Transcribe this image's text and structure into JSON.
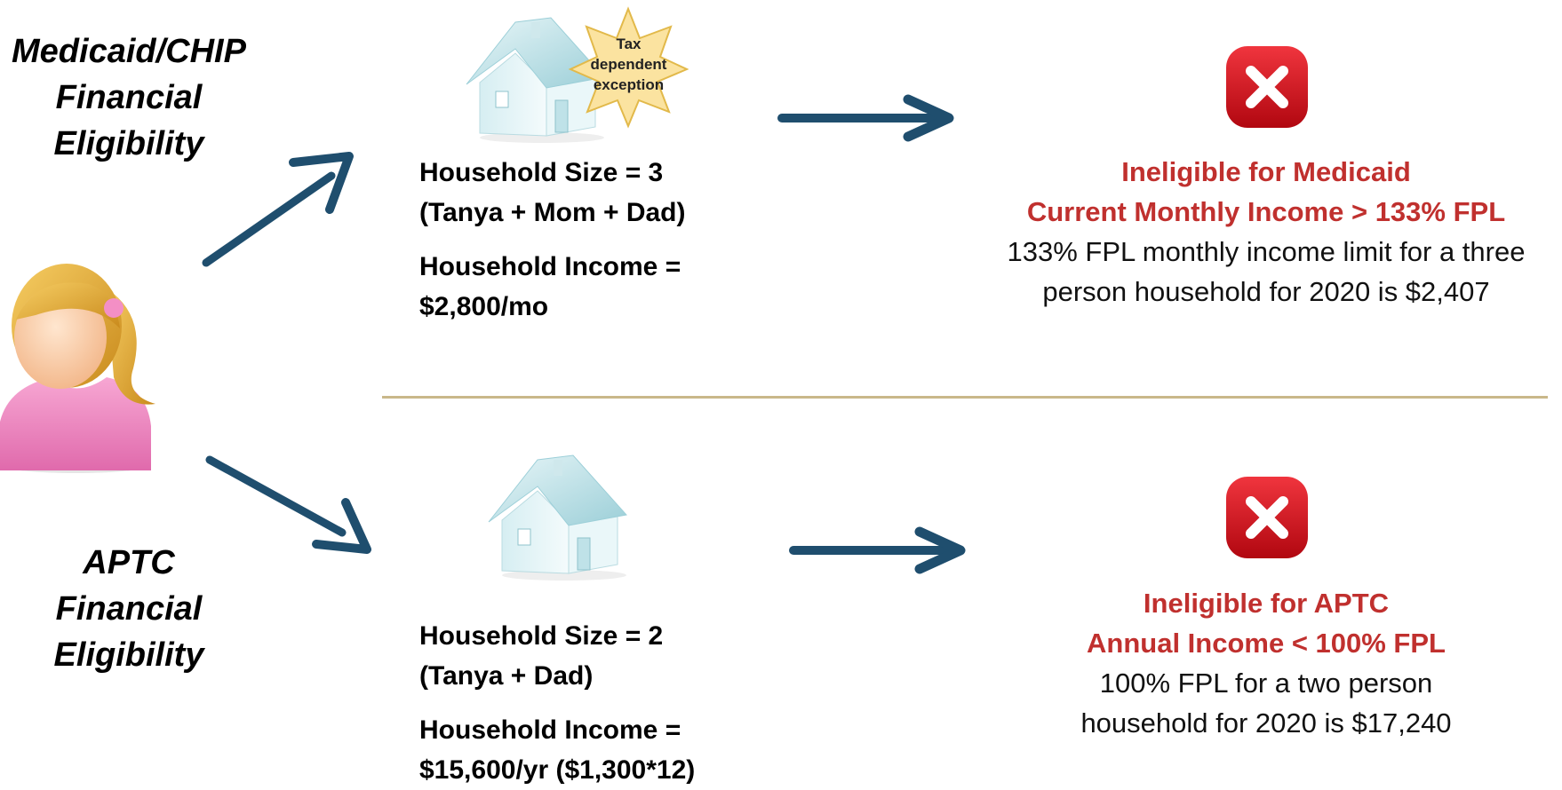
{
  "labels": {
    "medicaid": [
      "Medicaid/CHIP",
      "Financial",
      "Eligibility"
    ],
    "aptc": [
      "APTC",
      "Financial",
      "Eligibility"
    ]
  },
  "top": {
    "badge": [
      "Tax",
      "dependent",
      "exception"
    ],
    "household_size": "Household Size = 3",
    "members": "(Tanya + Mom + Dad)",
    "income_label": "Household Income =",
    "income_value": "$2,800/mo",
    "result_title": "Ineligible for Medicaid",
    "result_reason": "Current Monthly Income > 133% FPL",
    "result_detail_1": "133% FPL monthly income limit for a three",
    "result_detail_2": "person household  for 2020 is $2,407"
  },
  "bottom": {
    "household_size": "Household Size = 2",
    "members": "(Tanya + Dad)",
    "income_label": "Household Income =",
    "income_value": "$15,600/yr ($1,300*12)",
    "result_title": "Ineligible for APTC",
    "result_reason": "Annual Income < 100% FPL",
    "result_detail_1": "100% FPL for a two person",
    "result_detail_2": "household  for 2020 is $17,240"
  },
  "colors": {
    "arrow": "#1f4e6e",
    "red_text": "#c0302e",
    "x_badge": "#d3121c",
    "divider": "#c9b88a",
    "house": "#cfe8ec",
    "star": "#fbe3a0"
  },
  "icons": {
    "person": "person-girl-icon",
    "house": "house-icon",
    "star": "star-badge-icon",
    "reject": "x-reject-icon"
  }
}
